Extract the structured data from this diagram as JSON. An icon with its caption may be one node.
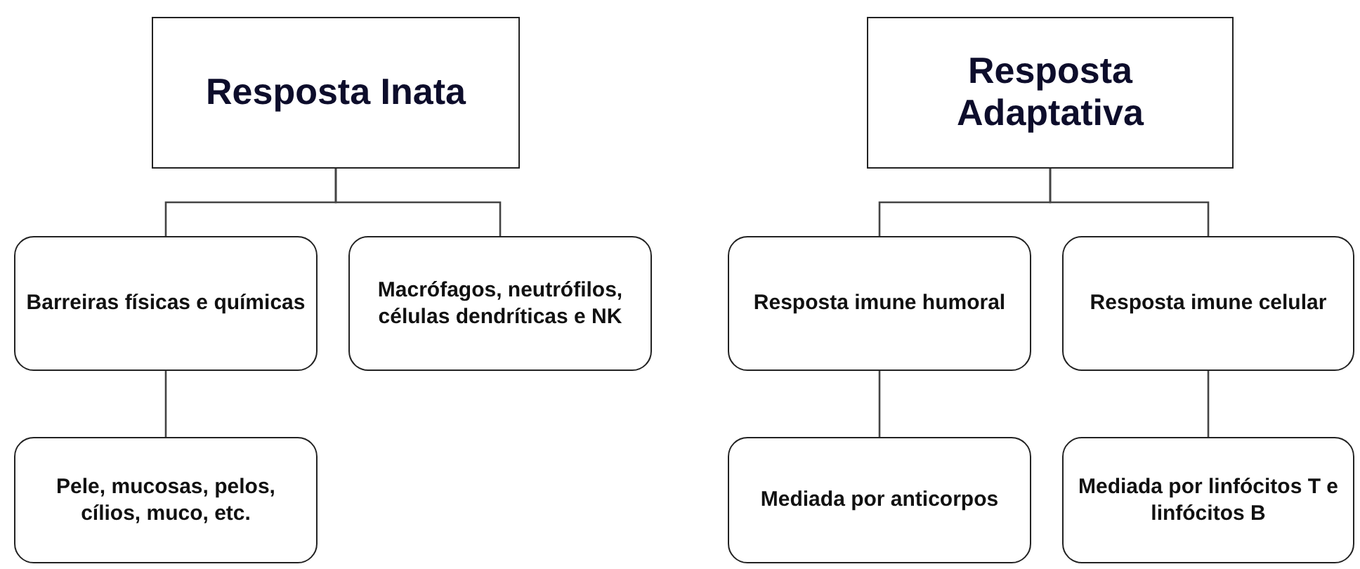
{
  "diagram": {
    "nodes": [
      {
        "text": [
          "Resposta Inata"
        ]
      },
      {
        "text": [
          "Barreiras físicas e químicas"
        ]
      },
      {
        "text": [
          "Macrófagos, neutrófilos, células dendríticas e NK"
        ]
      },
      {
        "text": [
          "Pele, mucosas, pelos, cílios, muco, etc."
        ]
      },
      {
        "text": [
          "Resposta Adaptativa"
        ]
      },
      {
        "text": [
          "Resposta imune humoral"
        ]
      },
      {
        "text": [
          "Resposta imune celular"
        ]
      },
      {
        "text": [
          "Mediada por anticorpos"
        ]
      },
      {
        "text": [
          "Mediada por linfócitos T e linfócitos B"
        ]
      }
    ],
    "edges": [
      {
        "from": 0,
        "to": 1,
        "arrow": "none"
      },
      {
        "from": 0,
        "to": 2,
        "arrow": "none"
      },
      {
        "from": 1,
        "to": 3,
        "arrow": "none"
      },
      {
        "from": 4,
        "to": 5,
        "arrow": "none"
      },
      {
        "from": 4,
        "to": 6,
        "arrow": "none"
      },
      {
        "from": 5,
        "to": 7,
        "arrow": "none"
      },
      {
        "from": 6,
        "to": 8,
        "arrow": "none"
      }
    ]
  }
}
